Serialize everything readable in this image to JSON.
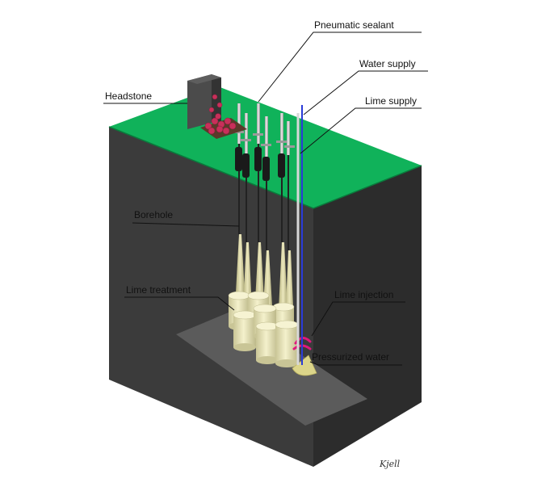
{
  "labels": {
    "pneumatic_sealant": "Pneumatic sealant",
    "water_supply": "Water supply",
    "lime_supply": "Lime supply",
    "headstone": "Headstone",
    "borehole": "Borehole",
    "lime_treatment": "Lime treatment",
    "lime_injection": "Lime injection",
    "pressurized_water": "Pressurized water"
  },
  "signature": "Kjell",
  "colors": {
    "grass": "#10b25a",
    "soil_front": "#3b3b3b",
    "soil_side": "#2b2b2b",
    "grave_area": "#5a5a5a",
    "lime_column": "#e8e4b4",
    "water_pipe": "#2a3bd8",
    "lime_pipe": "#dddddd",
    "injection_spray": "#e0187c",
    "headstone": "#4a4a4a",
    "flowers": "#c8305a"
  }
}
